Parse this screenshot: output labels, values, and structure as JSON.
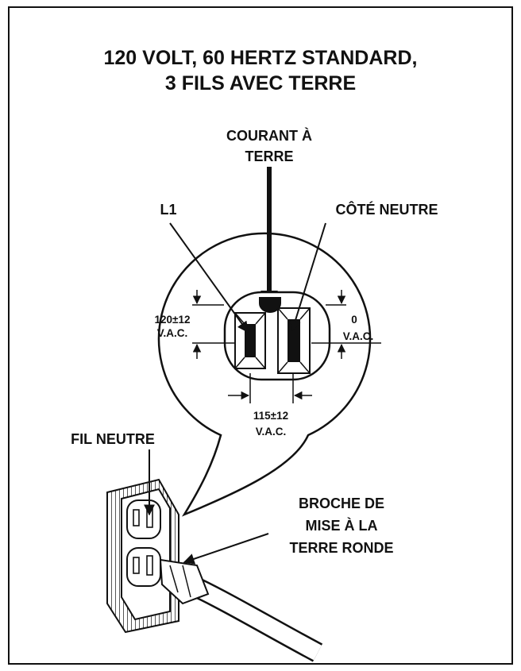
{
  "title": {
    "line1": "120 VOLT, 60 HERTZ STANDARD,",
    "line2": "3 FILS AVEC TERRE"
  },
  "labels": {
    "ground_line1": "COURANT À",
    "ground_line2": "TERRE",
    "l1": "L1",
    "neutral_side": "CÔTÉ NEUTRE",
    "volt_l1_line1": "120±12",
    "volt_l1_line2": "V.A.C.",
    "volt_neutral_line1": "0",
    "volt_neutral_line2": "V.A.C.",
    "volt_between_line1": "115±12",
    "volt_between_line2": "V.A.C.",
    "neutral_wire": "FIL NEUTRE",
    "ground_pin_line1": "BROCHE DE",
    "ground_pin_line2": "MISE À LA",
    "ground_pin_line3": "TERRE RONDE"
  }
}
